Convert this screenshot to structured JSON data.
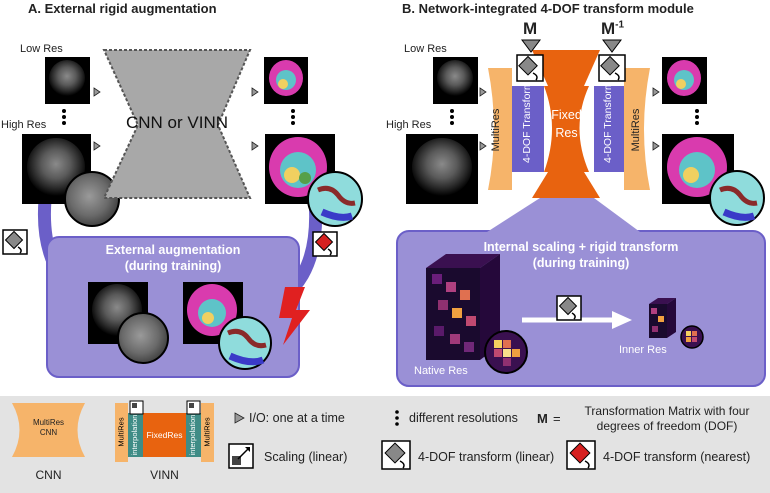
{
  "panel_a": {
    "title": "A. External rigid augmentation",
    "low_res": "Low Res",
    "high_res": "High Res",
    "network": "CNN or VINN",
    "augmentation_title": "External augmentation",
    "augmentation_sub": "(during training)"
  },
  "panel_b": {
    "title": "B. Network-integrated 4-DOF transform module",
    "low_res": "Low Res",
    "high_res": "High Res",
    "m_label": "M",
    "m_inv_label": "M",
    "m_inv_sup": "-1",
    "multires_left": "MultiRes",
    "transform_left": "4-DOF Transform",
    "fixed_line1": "Fixed",
    "fixed_line2": "Res",
    "transform_right": "4-DOF Transform",
    "multires_right": "MultiRes",
    "internal_title": "Internal scaling + rigid  transform",
    "internal_sub": "(during training)",
    "native_res": "Native Res",
    "inner_res": "Inner Res"
  },
  "legend": {
    "cnn_inner_1": "MultiRes",
    "cnn_inner_2": "CNN",
    "cnn_label": "CNN",
    "vinn_multires_left": "MultiRes",
    "vinn_interp_left": "interpolation",
    "vinn_fixed": "FixedRes",
    "vinn_interp_right": "interpolation",
    "vinn_multires_right": "MultiRes",
    "vinn_label": "VINN",
    "io_text": "I/O: one at a time",
    "dots_text": "different resolutions",
    "m_bold": "M",
    "m_eq": "=",
    "m_text_1": "Transformation Matrix with four",
    "m_text_2": "degrees of freedom (DOF)",
    "scaling_text": "Scaling (linear)",
    "dof_linear_text": "4-DOF transform (linear)",
    "dof_nearest_text": "4-DOF transform (nearest)"
  },
  "colors": {
    "orange": "#F6B46A",
    "dark_orange": "#E8630F",
    "purple": "#6B5FC8",
    "lavender": "#9A90D6",
    "teal": "#3F8C86",
    "gray_net": "#A8A8A8",
    "red": "#E02020",
    "legend_bg": "#E3E3E3"
  }
}
